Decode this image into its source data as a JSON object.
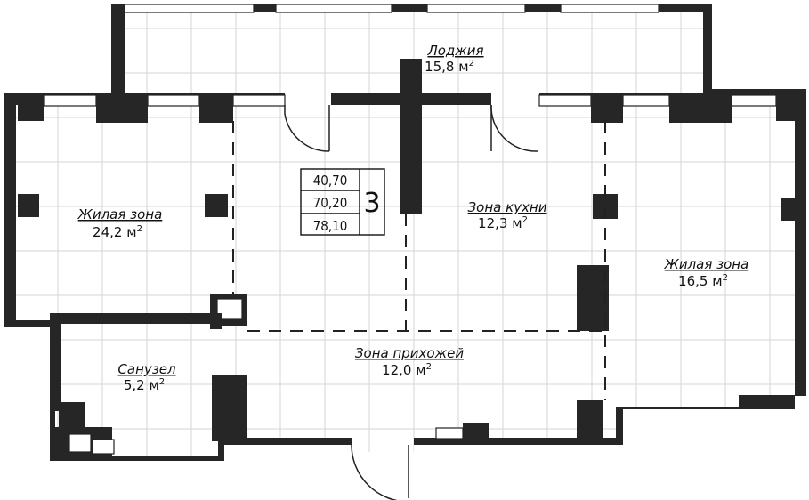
{
  "rooms": {
    "loggia": {
      "name": "Лоджия",
      "area": "15,8",
      "unit": "м",
      "exp": "2"
    },
    "living_left": {
      "name": "Жилая зона",
      "area": "24,2",
      "unit": "м",
      "exp": "2"
    },
    "kitchen": {
      "name": "Зона кухни",
      "area": "12,3",
      "unit": "м",
      "exp": "2"
    },
    "living_right": {
      "name": "Жилая зона",
      "area": "16,5",
      "unit": "м",
      "exp": "2"
    },
    "hall": {
      "name": "Зона прихожей",
      "area": "12,0",
      "unit": "м",
      "exp": "2"
    },
    "bathroom": {
      "name": "Санузел",
      "area": "5,2",
      "unit": "м",
      "exp": "2"
    }
  },
  "summary": {
    "living_area": "40,70",
    "total_area": "70,20",
    "total_with_loggia": "78,10",
    "rooms_count": "3"
  }
}
